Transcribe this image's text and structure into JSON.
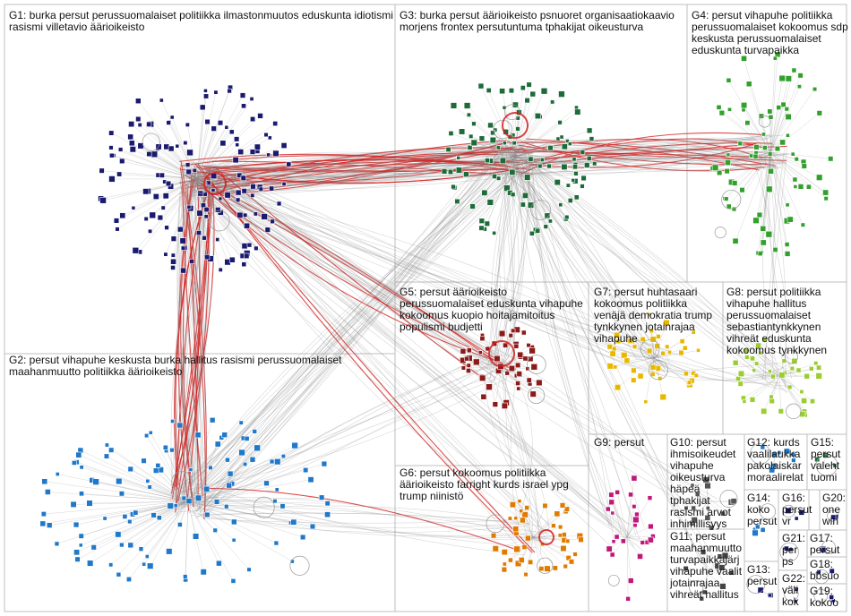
{
  "groups": [
    {
      "id": "G1",
      "label": "G1: burka persut perussuomalaiset politiikka ilmastonmuutos eduskunta idiotismi rasismi villetavio äärioikeisto",
      "color": "#1a1a6e"
    },
    {
      "id": "G2",
      "label": "G2: persut vihapuhe keskusta burka hallitus rasismi perussuomalaiset maahanmuutto politiikka äärioikeisto",
      "color": "#1f78c8"
    },
    {
      "id": "G3",
      "label": "G3: burka persut äärioikeisto psnuoret organisaatiokaavio morjens frontex persutuntuma tphakijat oikeusturva",
      "color": "#1e6b3a"
    },
    {
      "id": "G4",
      "label": "G4: persut vihapuhe politiikka perussuomalaiset kokoomus sdp keskusta perussuomalaiset eduskunta turvapaikka",
      "color": "#33a02c"
    },
    {
      "id": "G5",
      "label": "G5: persut äärioikeisto perussuomalaiset eduskunta vihapuhe kokoomus kuopio hoitajamitoitus populismi budjetti",
      "color": "#8b1a1a"
    },
    {
      "id": "G6",
      "label": "G6: persut kokoomus politiikka äärioikeisto farright kurds israel ypg trump niinistö",
      "color": "#e07b00"
    },
    {
      "id": "G7",
      "label": "G7: persut huhtasaari kokoomus politiikka venäjä demokratia trump tynkkynen jotainrajaa vihapuhe",
      "color": "#e8b800"
    },
    {
      "id": "G8",
      "label": "G8: persut politiikka vihapuhe hallitus perussuomalaiset sebastiantynkkynen vihreät eduskunta kokoomus tynkkynen",
      "color": "#9acd32"
    },
    {
      "id": "G9",
      "label": "G9: persut",
      "color": "#c0187a"
    },
    {
      "id": "G10",
      "label": "G10: persut ihmisoikeudet vihapuhe oikeusturva häpeä tphakijat rasismi arvot inhimillisyys",
      "color": "#555555"
    },
    {
      "id": "G11",
      "label": "G11: persut maahanmuutto turvapaikkajärj vihapuhe vaalit jotainrajaa vihreät hallitus",
      "color": "#444444"
    },
    {
      "id": "G12",
      "label": "G12: kurds vaalilaukka pakolaiskar moraalirelat",
      "color": "#1f78c8"
    },
    {
      "id": "G13",
      "label": "G13: persut",
      "color": "#1a1a6e"
    },
    {
      "id": "G14",
      "label": "G14: koko persut",
      "color": "#1f78c8"
    },
    {
      "id": "G15",
      "label": "G15: persut valeht tuomi",
      "color": "#1e6b3a"
    },
    {
      "id": "G16",
      "label": "G16: persut vr",
      "color": "#1a1a6e"
    },
    {
      "id": "G17",
      "label": "G17: persut",
      "color": "#1a1a6e"
    },
    {
      "id": "G18",
      "label": "G18: bbsuo",
      "color": "#1a1a6e"
    },
    {
      "id": "G19",
      "label": "G19: kokoo",
      "color": "#1a1a6e"
    },
    {
      "id": "G20",
      "label": "G20: one win",
      "color": "#1a1a6e"
    },
    {
      "id": "G21",
      "label": "G21: per ps",
      "color": "#1a1a6e"
    },
    {
      "id": "G22",
      "label": "G22: väli kok",
      "color": "#1a1a6e"
    }
  ],
  "colors": {
    "edge_gray": "#8c8c8c",
    "edge_red": "#d42020",
    "box_border": "#bfbfbf"
  }
}
